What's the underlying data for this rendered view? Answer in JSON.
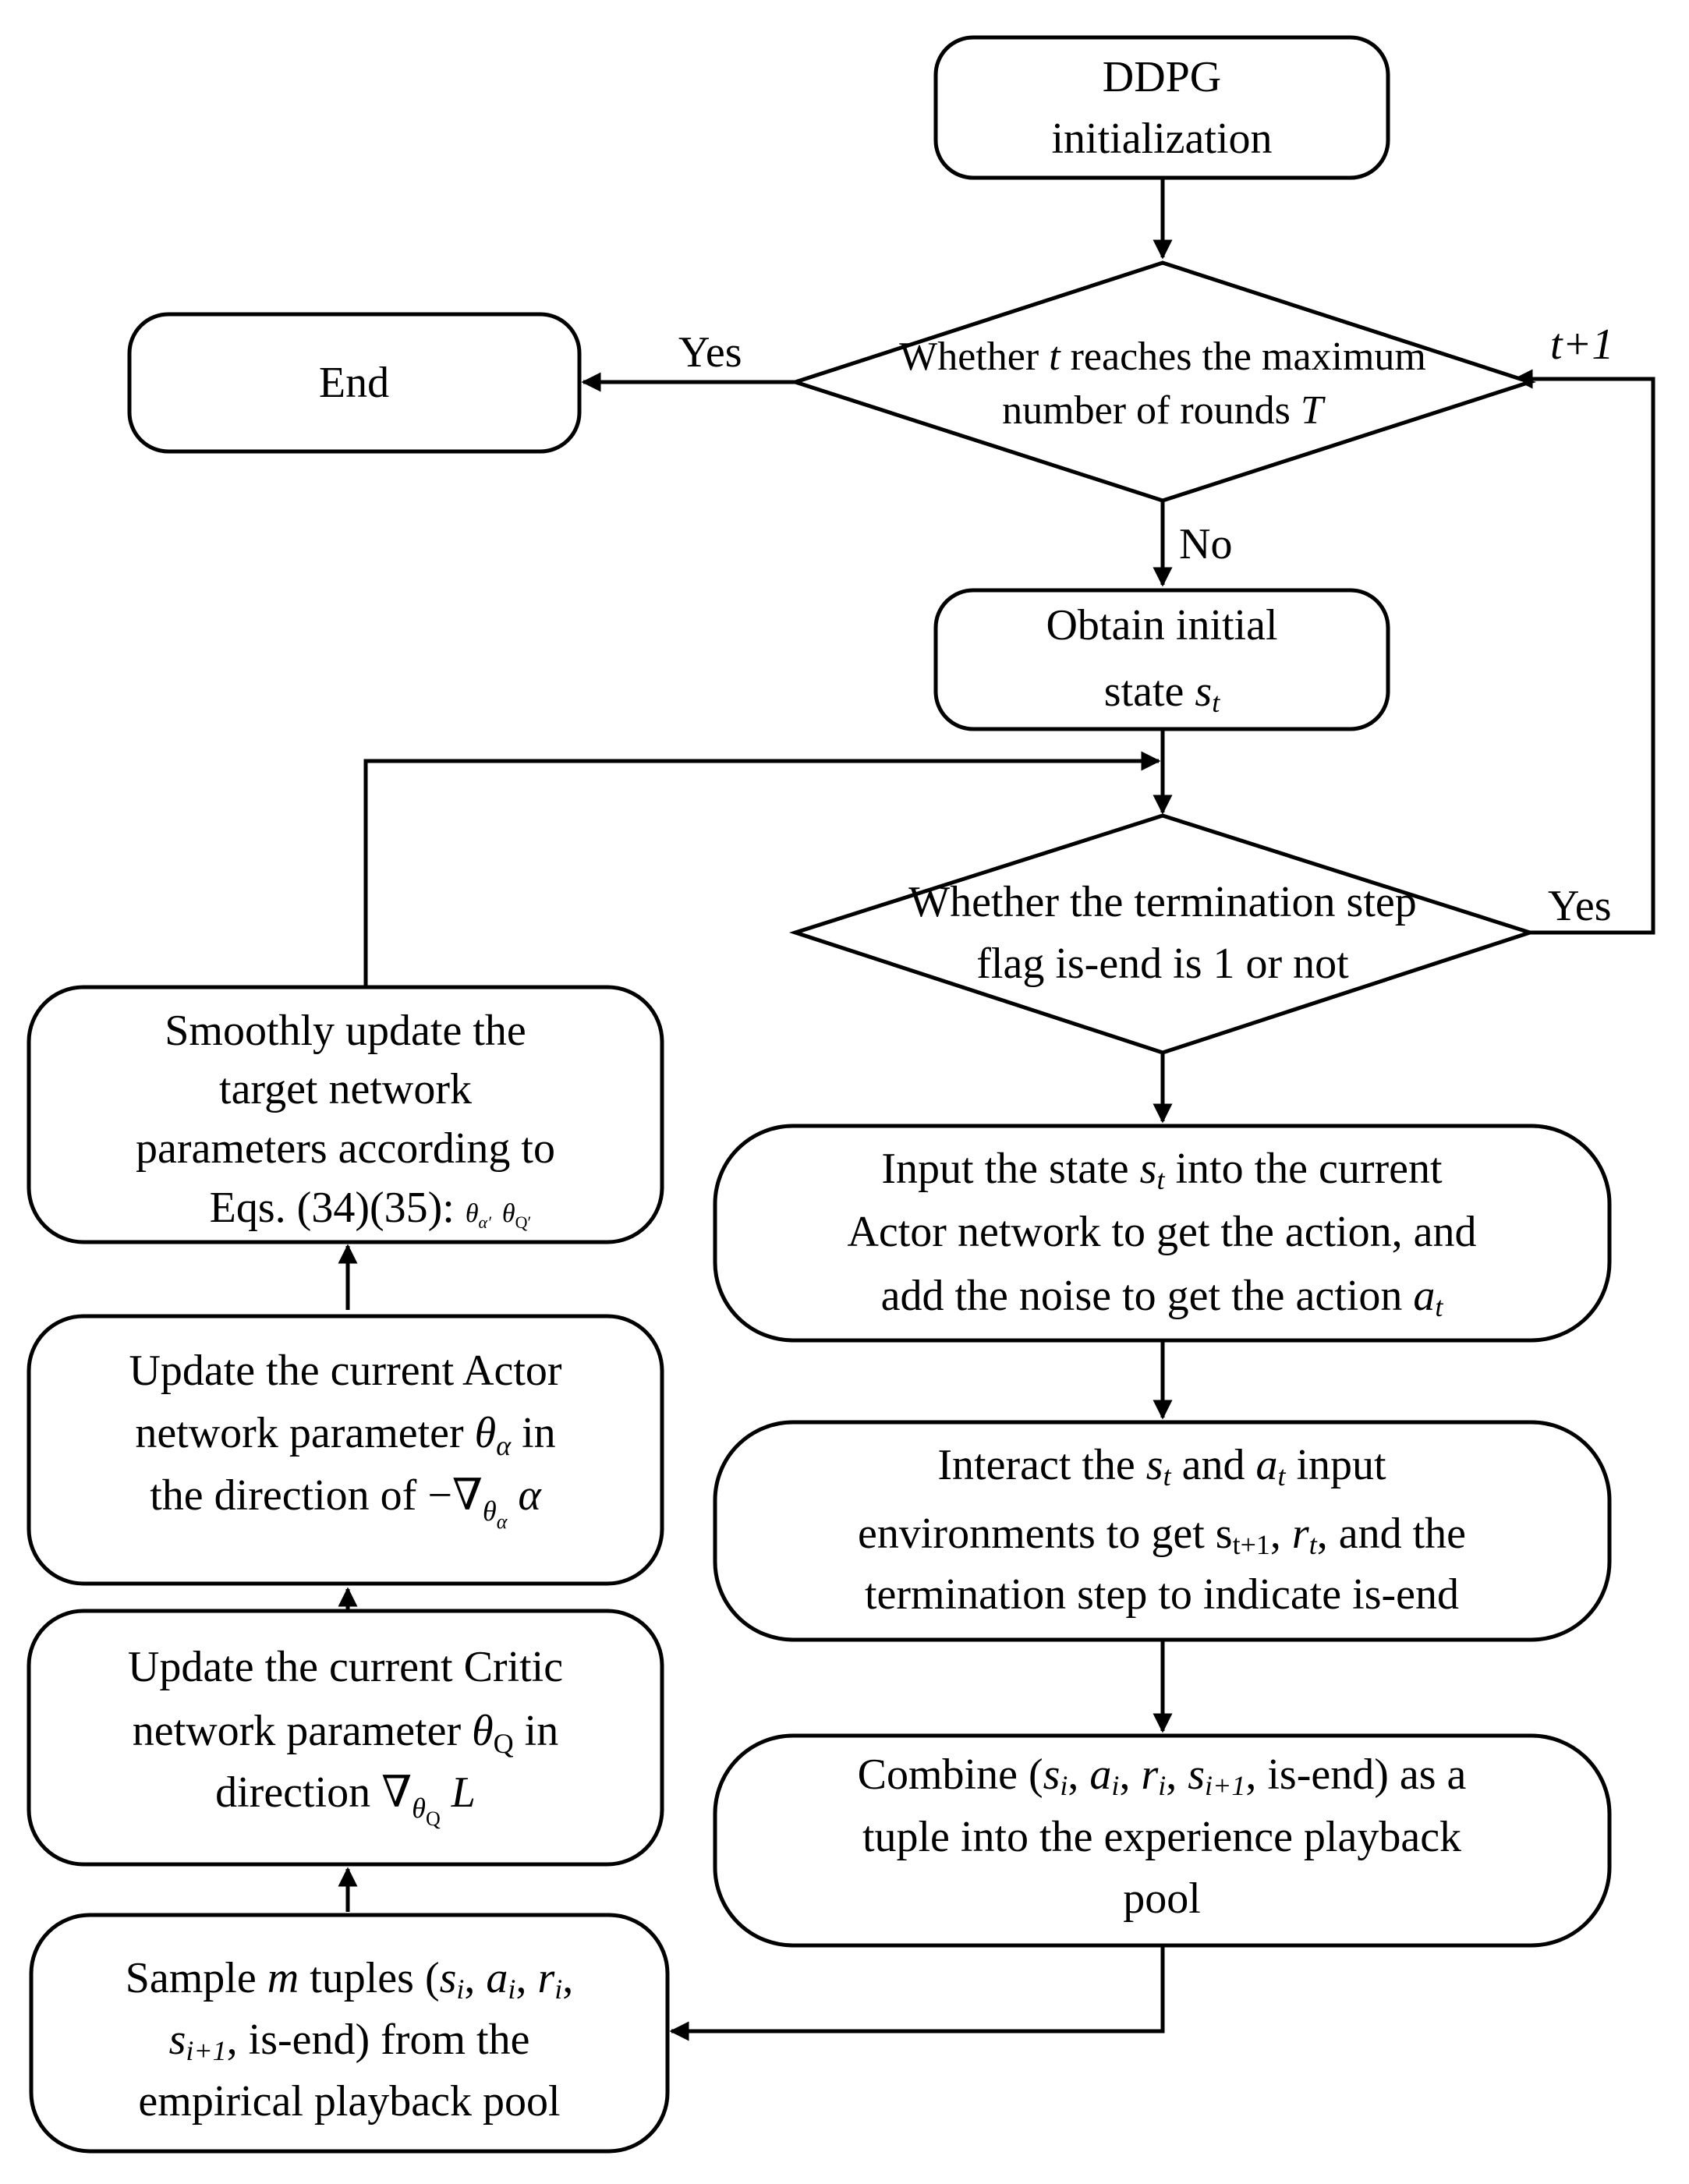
{
  "nodes": {
    "init": {
      "lines": [
        "DDPG",
        "initialization"
      ]
    },
    "max_rounds": {
      "line1": [
        "Whether ",
        "t",
        " reaches the maximum"
      ],
      "line2": [
        "number of rounds ",
        "T"
      ]
    },
    "end": {
      "label": "End"
    },
    "initial_state": {
      "line1": "Obtain initial",
      "line2": [
        "state ",
        "s",
        "t"
      ]
    },
    "termination": {
      "lines": [
        "Whether the termination step",
        "flag is-end is 1 or not"
      ]
    },
    "actor_input": {
      "line1": [
        "Input the state ",
        "s",
        "t",
        " into the current"
      ],
      "line2": "Actor network to get the action, and",
      "line3": [
        "add the noise to get the action ",
        "a",
        "t"
      ]
    },
    "interact": {
      "line1": [
        "Interact the ",
        "s",
        "t",
        " and ",
        "a",
        "t",
        " input"
      ],
      "line2": [
        "environments to get s",
        "t+1",
        ", ",
        "r",
        "t",
        ", and the"
      ],
      "line3": "termination step to indicate is-end"
    },
    "combine": {
      "line1": [
        "Combine (",
        "s",
        "i",
        ", ",
        "a",
        "i",
        ", ",
        "r",
        "i",
        ", ",
        "s",
        "i+1",
        ", is-end) as a"
      ],
      "line2": "tuple into the experience playback",
      "line3": "pool"
    },
    "sample": {
      "line1": [
        "Sample ",
        "m",
        " tuples (",
        "s",
        "i",
        ", ",
        "a",
        "i",
        ", ",
        "r",
        "i",
        ","
      ],
      "line2": [
        "s",
        "i+1",
        ", is-end) from the"
      ],
      "line3": "empirical playback pool"
    },
    "update_critic": {
      "line1": "Update the current Critic",
      "line2": [
        "network parameter ",
        "θ",
        "Q",
        " in"
      ],
      "line3": [
        "direction ",
        "∇",
        "θ",
        "Q",
        " L"
      ]
    },
    "update_actor": {
      "line1": "Update the current Actor",
      "line2": [
        "network parameter ",
        "θ",
        "α",
        " in"
      ],
      "line3": [
        "the direction of −",
        "∇",
        "θ",
        "α",
        " α"
      ]
    },
    "smooth_update": {
      "line1": "Smoothly update the",
      "line2": "target network",
      "line3": "parameters according to",
      "line4": [
        "Eqs. (34)(35): ",
        "θ",
        "α′",
        " ",
        "θ",
        "Q′"
      ]
    }
  },
  "edge_labels": {
    "yes_end": "Yes",
    "no": "No",
    "t_plus_1": "t+1",
    "yes_loop": "Yes"
  }
}
